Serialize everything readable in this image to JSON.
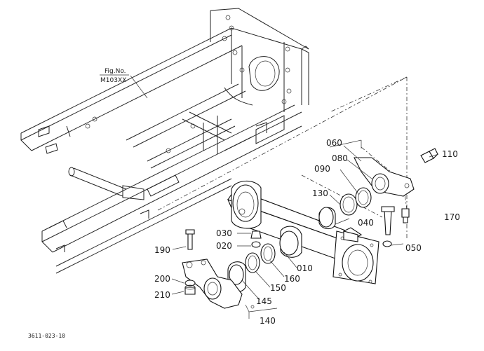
{
  "figure_reference": {
    "line1": "Fig.No.",
    "line2": "M103XX"
  },
  "callouts": {
    "p010": "010",
    "p020": "020",
    "p030": "030",
    "p040": "040",
    "p050": "050",
    "p060": "060",
    "p080": "080",
    "p090": "090",
    "p110": "110",
    "p130": "130",
    "p140": "140",
    "p145": "145",
    "p150": "150",
    "p160": "160",
    "p170": "170",
    "p190": "190",
    "p200": "200",
    "p210": "210"
  },
  "drawing_code": "3611-023-10"
}
